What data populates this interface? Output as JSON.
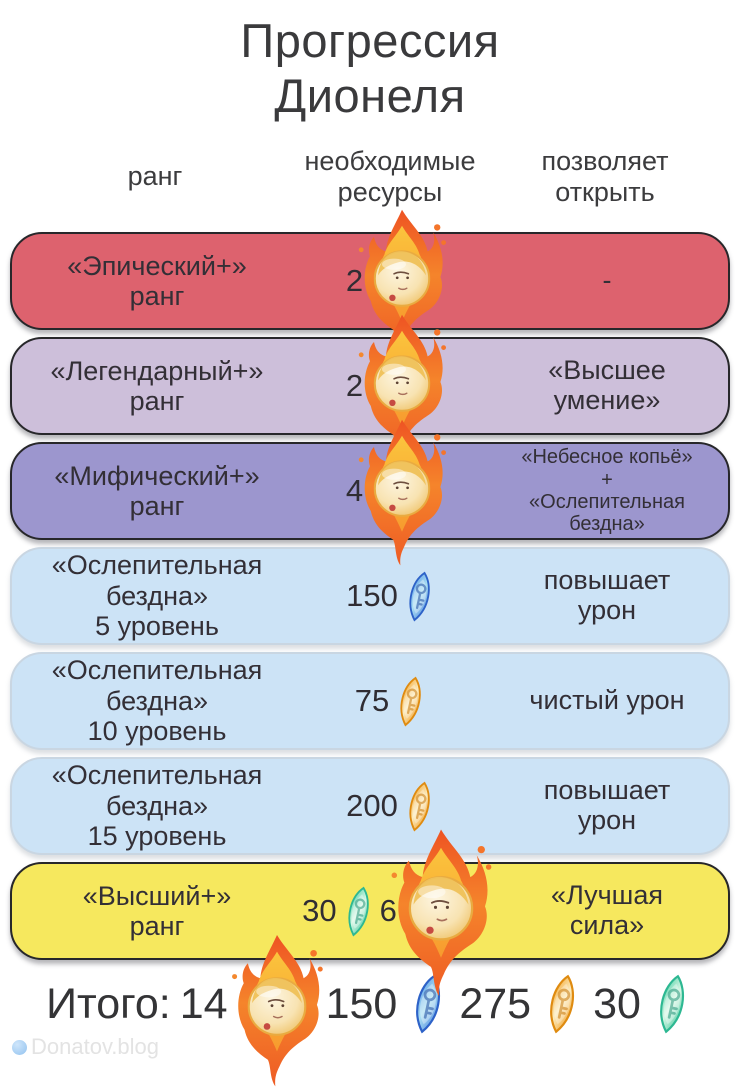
{
  "title": {
    "text": "Прогрессия\nДионеля"
  },
  "columns": [
    "ранг",
    "необходимые\nресурсы",
    "позволяет\nоткрыть"
  ],
  "colors": {
    "row_epic": "#dd626e",
    "row_legendary": "#cdbfda",
    "row_mythic": "#9c96ce",
    "row_ability": "#cce3f6",
    "row_supreme": "#f6e85e",
    "border_dark": "#27272a",
    "flame_orange": "#f5842b",
    "gem_blue": "#3c74d4",
    "gem_orange": "#e8951c",
    "gem_green": "#33bf97"
  },
  "rows": [
    {
      "rank": "«Эпический+»\nранг",
      "resources": [
        {
          "count": "2",
          "icon": "hero-flame-icon"
        }
      ],
      "unlocks": "-"
    },
    {
      "rank": "«Легендарный+»\nранг",
      "resources": [
        {
          "count": "2",
          "icon": "hero-flame-icon"
        }
      ],
      "unlocks": "«Высшее\nумение»"
    },
    {
      "rank": "«Мифический+»\nранг",
      "resources": [
        {
          "count": "4",
          "icon": "hero-flame-icon"
        }
      ],
      "unlocks": "«Небесное копьё»\n+\n«Ослепительная\nбездна»"
    },
    {
      "rank": "«Ослепительная\nбездна»\n5 уровень",
      "resources": [
        {
          "count": "150",
          "icon": "gem-blue-icon"
        }
      ],
      "unlocks": "повышает\nурон"
    },
    {
      "rank": "«Ослепительная\nбездна»\n10 уровень",
      "resources": [
        {
          "count": "75",
          "icon": "gem-orange-icon"
        }
      ],
      "unlocks": "чистый урон"
    },
    {
      "rank": "«Ослепительная\nбездна»\n15 уровень",
      "resources": [
        {
          "count": "200",
          "icon": "gem-orange-icon"
        }
      ],
      "unlocks": "повышает\nурон"
    },
    {
      "rank": "«Высший+»\nранг",
      "resources": [
        {
          "count": "30",
          "icon": "gem-green-icon"
        },
        {
          "count": "6",
          "icon": "hero-flame-icon"
        }
      ],
      "unlocks": "«Лучшая\nсила»"
    }
  ],
  "totals": {
    "label": "Итого:",
    "items": [
      {
        "count": "14",
        "icon": "hero-flame-icon"
      },
      {
        "count": "150",
        "icon": "gem-blue-icon"
      },
      {
        "count": "275",
        "icon": "gem-orange-icon"
      },
      {
        "count": "30",
        "icon": "gem-green-icon"
      }
    ]
  },
  "watermark": {
    "text": "Donatov.blog"
  }
}
